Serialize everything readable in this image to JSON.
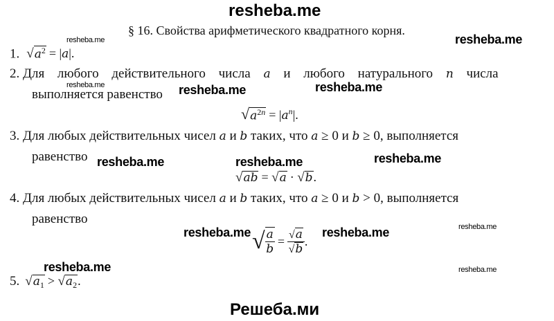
{
  "watermarks": {
    "top_title": "resheba.me",
    "bottom_title": "Решеба.ми",
    "label": "resheba.me"
  },
  "section": {
    "title": "§ 16.  Свойства арифметического квадратного корня."
  },
  "items": [
    {
      "number": "1.",
      "formula": "√a² = |a|."
    },
    {
      "number": "2.",
      "text_line1": "Для любого действительного числа a и любого натурального n числа",
      "text_line2": "выполняется равенство",
      "formula": "√a²ⁿ = |aⁿ|."
    },
    {
      "number": "3.",
      "text_line1": "Для любых действительных чисел a и b таких, что a ≥ 0 и b ≥ 0, выполняется",
      "text_line2": "равенство",
      "formula": "√ab = √a · √b."
    },
    {
      "number": "4.",
      "text_line1": "Для любых действительных чисел a и b таких, что a ≥ 0 и b > 0, выполняется",
      "text_line2": "равенство",
      "formula": "√(a/b) = √a/√b."
    },
    {
      "number": "5.",
      "formula": "√a₁ > √a₂."
    }
  ]
}
